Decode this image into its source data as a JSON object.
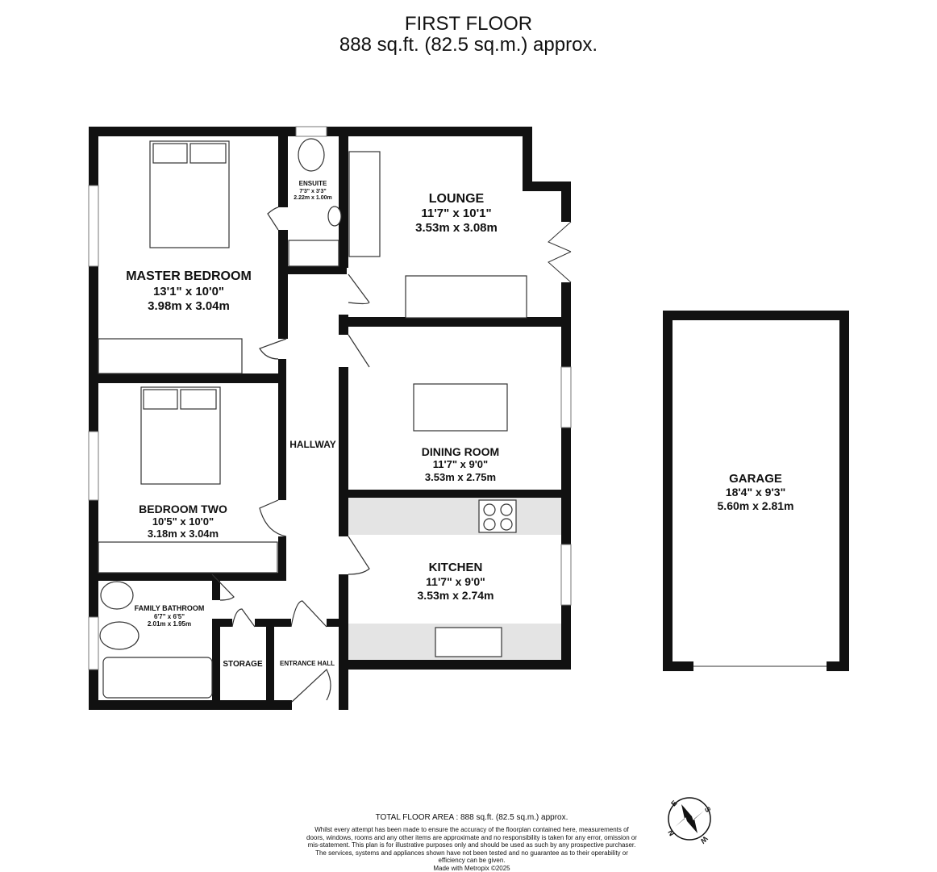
{
  "header": {
    "title": "FIRST FLOOR",
    "area": "888 sq.ft. (82.5 sq.m.) approx."
  },
  "rooms": {
    "master": {
      "name": "MASTER BEDROOM",
      "imperial": "13'1\"  x 10'0\"",
      "metric": "3.98m  x 3.04m"
    },
    "ensuite": {
      "name": "ENSUITE",
      "imperial": "7'3\"  x 3'3\"",
      "metric": "2.22m  x 1.00m"
    },
    "lounge": {
      "name": "LOUNGE",
      "imperial": "11'7\"  x 10'1\"",
      "metric": "3.53m  x 3.08m"
    },
    "dining": {
      "name": "DINING ROOM",
      "imperial": "11'7\"  x 9'0\"",
      "metric": "3.53m  x 2.75m"
    },
    "hallway": {
      "name": "HALLWAY"
    },
    "bedroom2": {
      "name": "BEDROOM TWO",
      "imperial": "10'5\"  x 10'0\"",
      "metric": "3.18m  x 3.04m"
    },
    "kitchen": {
      "name": "KITCHEN",
      "imperial": "11'7\"  x 9'0\"",
      "metric": "3.53m  x 2.74m"
    },
    "bathroom": {
      "name": "FAMILY BATHROOM",
      "imperial": "6'7\"  x 6'5\"",
      "metric": "2.01m  x 1.95m"
    },
    "storage": {
      "name": "STORAGE"
    },
    "entrance": {
      "name": "ENTRANCE HALL"
    },
    "garage": {
      "name": "GARAGE",
      "imperial": "18'4\"  x 9'3\"",
      "metric": "5.60m  x 2.81m"
    }
  },
  "compass": {
    "letters": [
      "E",
      "S",
      "W",
      "N"
    ]
  },
  "footer": {
    "total": "TOTAL FLOOR AREA : 888 sq.ft. (82.5 sq.m.) approx.",
    "disclaimer": "Whilst every attempt has been made to ensure the accuracy of the floorplan contained here, measurements of doors, windows, rooms and any other items are approximate and no responsibility is taken for any error, omission or mis-statement. This plan is for illustrative purposes only and should be used as such by any prospective purchaser. The services, systems and appliances shown have not been tested and no guarantee as to their operability or efficiency can be given.",
    "credit": "Made with Metropix ©2025"
  }
}
